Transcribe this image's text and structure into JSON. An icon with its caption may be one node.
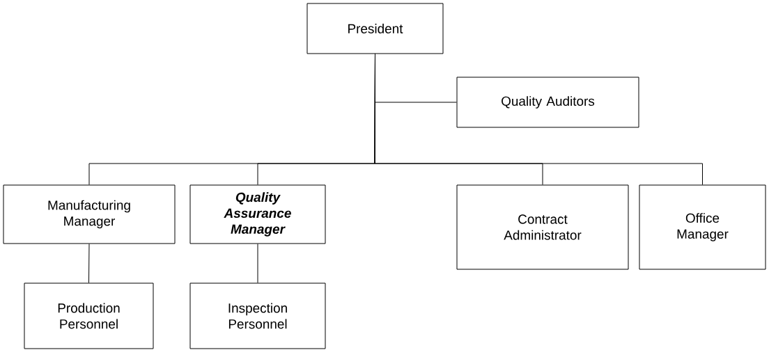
{
  "diagram": {
    "nodes": [
      {
        "text": [
          "President"
        ]
      },
      {
        "text": [
          "Quality Auditors"
        ]
      },
      {
        "text": [
          "Manufacturing Manager"
        ]
      },
      {
        "text": [
          "Quality Assurance Manager"
        ]
      },
      {
        "text": [
          "Contract Administrator"
        ]
      },
      {
        "text": [
          "Office Manager"
        ]
      },
      {
        "text": [
          "Production Personnel"
        ]
      },
      {
        "text": [
          "Inspection Personnel"
        ]
      }
    ],
    "edges": [
      {
        "from": 0,
        "to": 1,
        "arrow": "none"
      },
      {
        "from": 0,
        "to": 2,
        "arrow": "none"
      },
      {
        "from": 0,
        "to": 3,
        "arrow": "none"
      },
      {
        "from": 0,
        "to": 4,
        "arrow": "none"
      },
      {
        "from": 0,
        "to": 5,
        "arrow": "none"
      },
      {
        "from": 2,
        "to": 6,
        "arrow": "none"
      },
      {
        "from": 3,
        "to": 7,
        "arrow": "none"
      }
    ]
  }
}
